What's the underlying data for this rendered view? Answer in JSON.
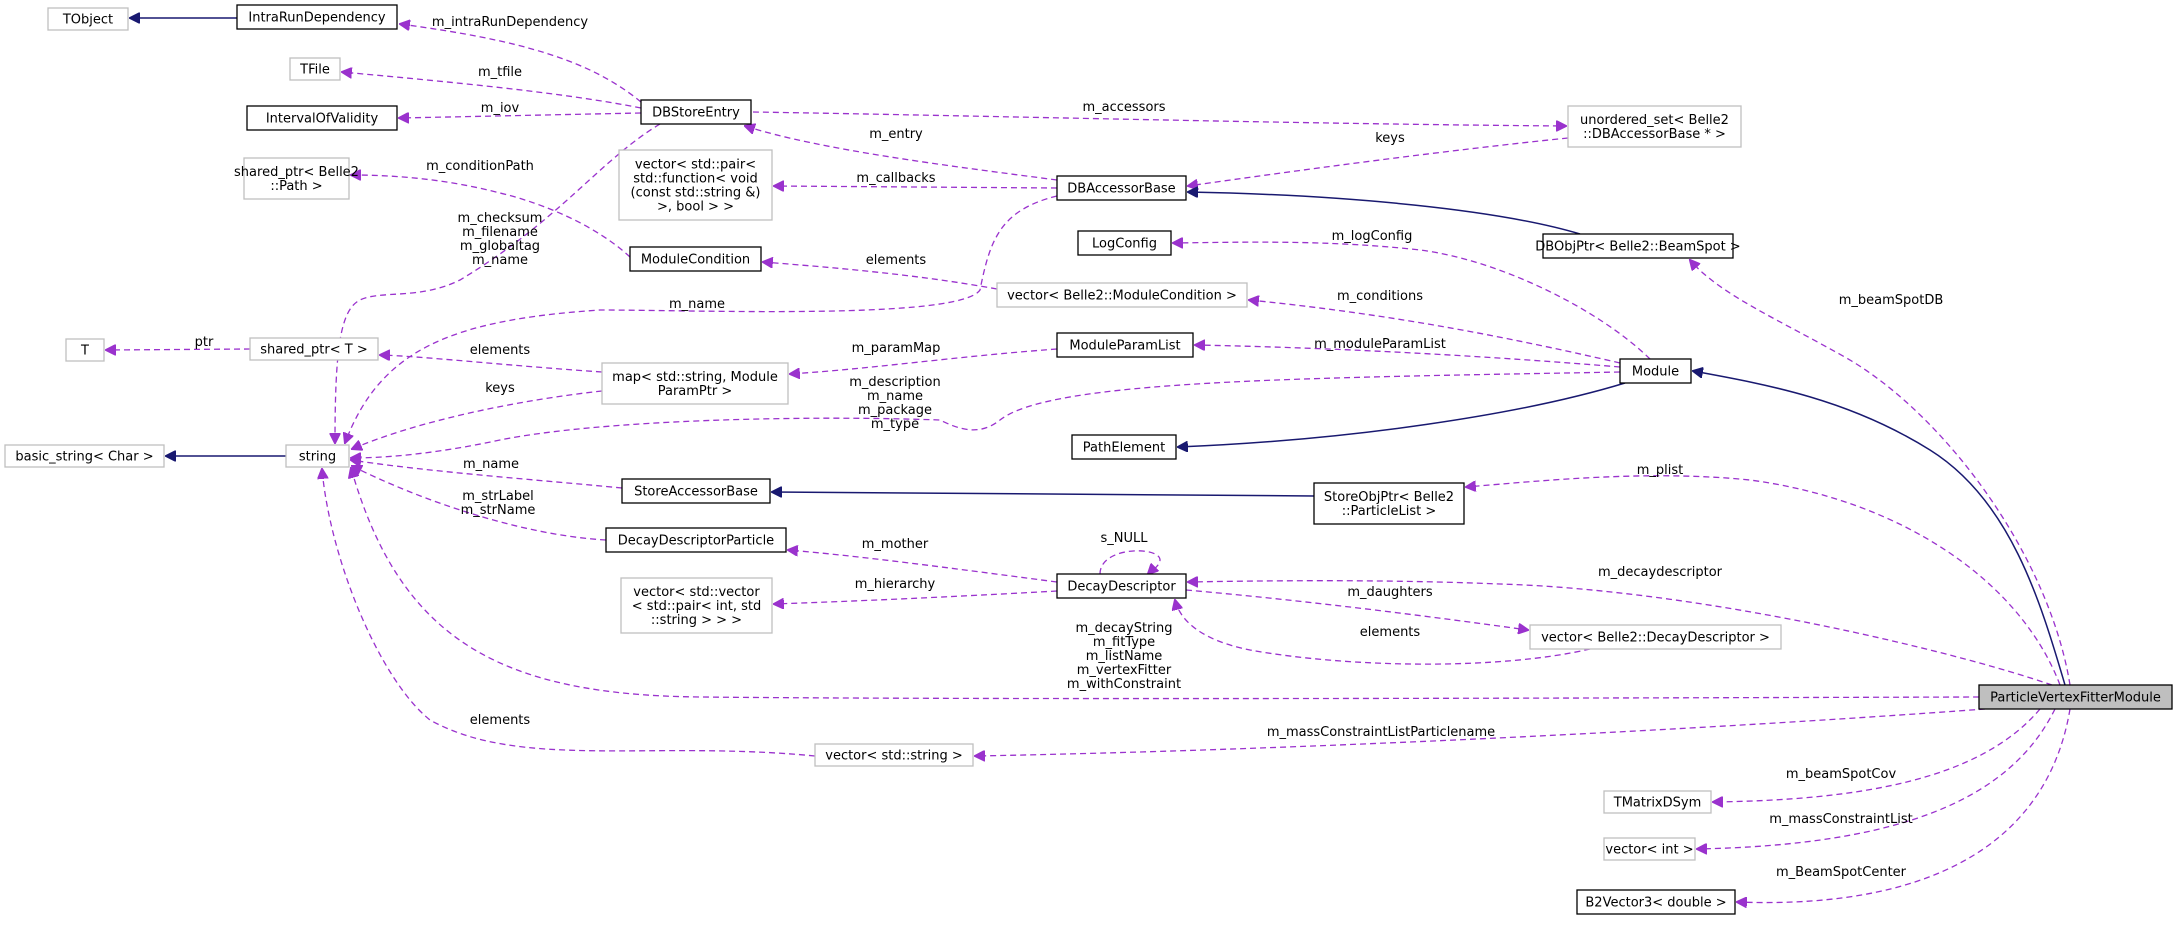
{
  "diagram": {
    "nodes": [
      {
        "id": "TObject",
        "label": "TObject",
        "style": "gray"
      },
      {
        "id": "IntraRunDependency",
        "label": "IntraRunDependency",
        "style": "solid"
      },
      {
        "id": "TFile",
        "label": "TFile",
        "style": "gray"
      },
      {
        "id": "IntervalOfValidity",
        "label": "IntervalOfValidity",
        "style": "solid"
      },
      {
        "id": "DBStoreEntry",
        "label": "DBStoreEntry",
        "style": "solid"
      },
      {
        "id": "unordered_set",
        "label": "unordered_set< Belle2\n::DBAccessorBase * >",
        "style": "gray"
      },
      {
        "id": "shared_ptr_path",
        "label": "shared_ptr< Belle2\n::Path >",
        "style": "gray"
      },
      {
        "id": "vector_pair_function",
        "label": "vector< std::pair<\nstd::function< void\n(const std::string &)\n>, bool > >",
        "style": "gray"
      },
      {
        "id": "DBAccessorBase",
        "label": "DBAccessorBase",
        "style": "solid"
      },
      {
        "id": "LogConfig",
        "label": "LogConfig",
        "style": "solid"
      },
      {
        "id": "DBObjPtr",
        "label": "DBObjPtr< Belle2::BeamSpot >",
        "style": "solid"
      },
      {
        "id": "ModuleCondition",
        "label": "ModuleCondition",
        "style": "solid"
      },
      {
        "id": "vector_modulecondition",
        "label": "vector< Belle2::ModuleCondition >",
        "style": "gray"
      },
      {
        "id": "T",
        "label": "T",
        "style": "gray"
      },
      {
        "id": "shared_ptr_T",
        "label": "shared_ptr< T >",
        "style": "gray"
      },
      {
        "id": "ModuleParamList",
        "label": "ModuleParamList",
        "style": "solid"
      },
      {
        "id": "map_param",
        "label": "map< std::string, Module\nParamPtr >",
        "style": "gray"
      },
      {
        "id": "Module",
        "label": "Module",
        "style": "solid"
      },
      {
        "id": "basic_string",
        "label": "basic_string< Char >",
        "style": "gray"
      },
      {
        "id": "string",
        "label": "string",
        "style": "gray"
      },
      {
        "id": "PathElement",
        "label": "PathElement",
        "style": "solid"
      },
      {
        "id": "StoreAccessorBase",
        "label": "StoreAccessorBase",
        "style": "solid"
      },
      {
        "id": "StoreObjPtr",
        "label": "StoreObjPtr< Belle2\n::ParticleList >",
        "style": "solid"
      },
      {
        "id": "DecayDescriptorParticle",
        "label": "DecayDescriptorParticle",
        "style": "solid"
      },
      {
        "id": "DecayDescriptor",
        "label": "DecayDescriptor",
        "style": "solid"
      },
      {
        "id": "vector_vector_pair",
        "label": "vector< std::vector\n< std::pair< int, std\n::string > > >",
        "style": "gray"
      },
      {
        "id": "vector_decaydescriptor",
        "label": "vector< Belle2::DecayDescriptor >",
        "style": "gray"
      },
      {
        "id": "ParticleVertexFitterModule",
        "label": "ParticleVertexFitterModule",
        "style": "highlight"
      },
      {
        "id": "vector_string",
        "label": "vector< std::string >",
        "style": "gray"
      },
      {
        "id": "TMatrixDSym",
        "label": "TMatrixDSym",
        "style": "gray"
      },
      {
        "id": "vector_int",
        "label": "vector< int >",
        "style": "gray"
      },
      {
        "id": "B2Vector3",
        "label": "B2Vector3< double >",
        "style": "solid"
      }
    ],
    "edges": [
      {
        "id": "e_intra_tobject",
        "kind": "inherit",
        "label": ""
      },
      {
        "id": "e_dbstore_intra",
        "kind": "usage",
        "label": "m_intraRunDependency"
      },
      {
        "id": "e_dbstore_tfile",
        "kind": "usage",
        "label": "m_tfile"
      },
      {
        "id": "e_dbstore_iov",
        "kind": "usage",
        "label": "m_iov"
      },
      {
        "id": "e_dbstore_string",
        "kind": "usage",
        "label": "m_checksum\nm_filename\nm_globaltag\nm_name"
      },
      {
        "id": "e_dbstore_uset",
        "kind": "usage",
        "label": "m_accessors"
      },
      {
        "id": "e_dba_uset",
        "kind": "usage",
        "label": "keys"
      },
      {
        "id": "e_dba_dbstore",
        "kind": "usage",
        "label": "m_entry"
      },
      {
        "id": "e_dba_callbacks",
        "kind": "usage",
        "label": "m_callbacks"
      },
      {
        "id": "e_dba_string",
        "kind": "usage",
        "label": "m_name"
      },
      {
        "id": "e_dbobj_dba",
        "kind": "inherit",
        "label": ""
      },
      {
        "id": "e_mc_path",
        "kind": "usage",
        "label": "m_conditionPath"
      },
      {
        "id": "e_vmc_mc",
        "kind": "usage",
        "label": "elements"
      },
      {
        "id": "e_sptr_t",
        "kind": "usage",
        "label": "ptr"
      },
      {
        "id": "e_map_sptr",
        "kind": "usage",
        "label": "elements"
      },
      {
        "id": "e_map_string",
        "kind": "usage",
        "label": "keys"
      },
      {
        "id": "e_mpl_map",
        "kind": "usage",
        "label": "m_paramMap"
      },
      {
        "id": "e_mod_logconfig",
        "kind": "usage",
        "label": "m_logConfig"
      },
      {
        "id": "e_mod_vmc",
        "kind": "usage",
        "label": "m_conditions"
      },
      {
        "id": "e_mod_mpl",
        "kind": "usage",
        "label": "m_moduleParamList"
      },
      {
        "id": "e_mod_string",
        "kind": "usage",
        "label": "m_description\nm_name\nm_package\nm_type"
      },
      {
        "id": "e_mod_pathelement",
        "kind": "inherit",
        "label": ""
      },
      {
        "id": "e_string_basic",
        "kind": "inherit",
        "label": ""
      },
      {
        "id": "e_sab_string",
        "kind": "usage",
        "label": "m_name"
      },
      {
        "id": "e_sop_sab",
        "kind": "inherit",
        "label": ""
      },
      {
        "id": "e_ddp_string",
        "kind": "usage",
        "label": "m_strLabel\nm_strName"
      },
      {
        "id": "e_dd_ddp",
        "kind": "usage",
        "label": "m_mother"
      },
      {
        "id": "e_dd_self",
        "kind": "usage",
        "label": "s_NULL"
      },
      {
        "id": "e_dd_vvp",
        "kind": "usage",
        "label": "m_hierarchy"
      },
      {
        "id": "e_dd_vdd",
        "kind": "usage",
        "label": "m_daughters"
      },
      {
        "id": "e_vdd_dd",
        "kind": "usage",
        "label": "elements"
      },
      {
        "id": "e_vs_string",
        "kind": "usage",
        "label": "elements"
      },
      {
        "id": "e_pvf_module",
        "kind": "inherit",
        "label": ""
      },
      {
        "id": "e_pvf_dbobj",
        "kind": "usage",
        "label": "m_beamSpotDB"
      },
      {
        "id": "e_pvf_sop",
        "kind": "usage",
        "label": "m_plist"
      },
      {
        "id": "e_pvf_dd",
        "kind": "usage",
        "label": "m_decaydescriptor"
      },
      {
        "id": "e_pvf_string",
        "kind": "usage",
        "label": "m_decayString\nm_fitType\nm_listName\nm_vertexFitter\nm_withConstraint"
      },
      {
        "id": "e_pvf_vs",
        "kind": "usage",
        "label": "m_massConstraintListParticlename"
      },
      {
        "id": "e_pvf_tmatrix",
        "kind": "usage",
        "label": "m_beamSpotCov"
      },
      {
        "id": "e_pvf_vint",
        "kind": "usage",
        "label": "m_massConstraintList"
      },
      {
        "id": "e_pvf_b2v",
        "kind": "usage",
        "label": "m_BeamSpotCenter"
      }
    ]
  }
}
